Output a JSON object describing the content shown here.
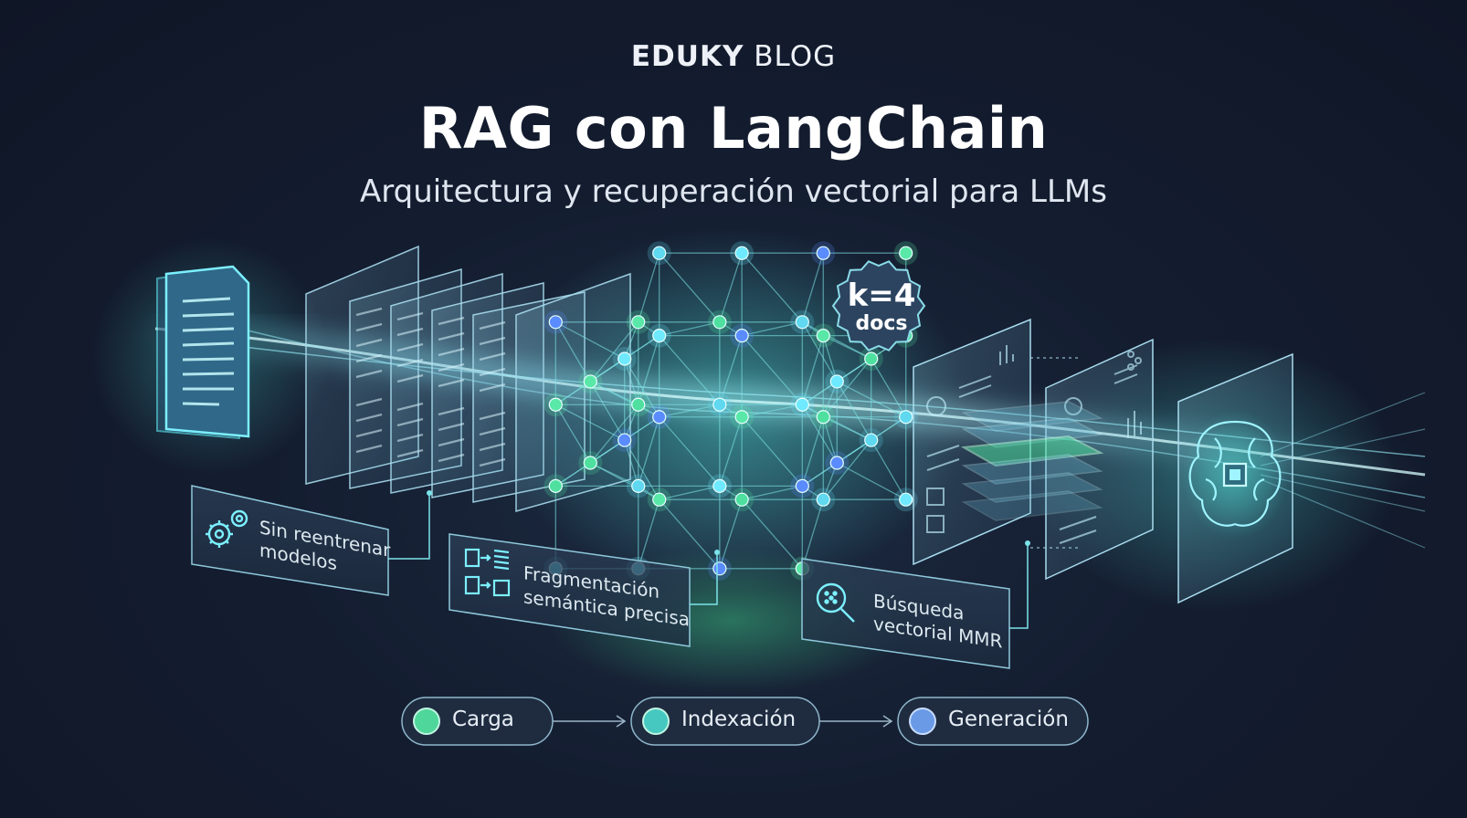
{
  "header": {
    "brand_bold": "EDUKY",
    "brand_light": "BLOG",
    "title": "RAG con LangChain",
    "subtitle": "Arquitectura y recuperación vectorial para LLMs"
  },
  "badge": {
    "line1": "k=4",
    "line2": "docs"
  },
  "callouts": [
    {
      "line1": "Sin reentrenar",
      "line2": "modelos",
      "icon": "gears-icon"
    },
    {
      "line1": "Fragmentación",
      "line2": "semántica precisa",
      "icon": "chunking-icon"
    },
    {
      "line1": "Búsqueda",
      "line2": "vectorial MMR",
      "icon": "search-icon"
    }
  ],
  "pipeline": [
    {
      "label": "Carga",
      "color": "#4fd69a"
    },
    {
      "label": "Indexación",
      "color": "#46c8c0"
    },
    {
      "label": "Generación",
      "color": "#6a9ae6"
    }
  ],
  "colors": {
    "accent_cyan": "#5fe6f0",
    "accent_green": "#4fe0a0",
    "accent_blue": "#5a8cff"
  }
}
